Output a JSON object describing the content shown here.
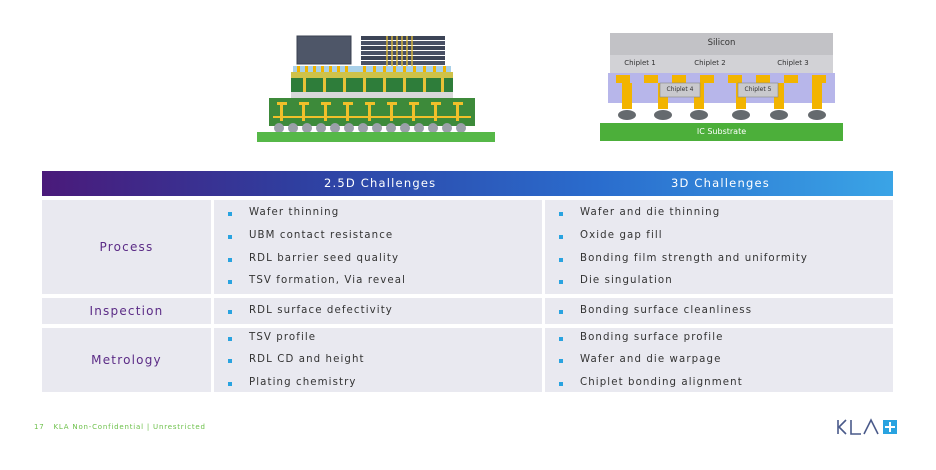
{
  "diagram_3d": {
    "top_label": "Silicon",
    "chiplets": [
      "Chiplet 1",
      "Chiplet 2",
      "Chiplet 3"
    ],
    "lower_chiplets": [
      "Chiplet 4",
      "Chiplet 5"
    ],
    "substrate_label": "IC Substrate"
  },
  "table": {
    "header_25d": "2.5D Challenges",
    "header_3d": "3D Challenges",
    "rows": [
      {
        "label": "Process",
        "items_25d": [
          "Wafer thinning",
          "UBM contact resistance",
          "RDL barrier seed quality",
          "TSV formation, Via reveal"
        ],
        "items_3d": [
          "Wafer and die thinning",
          "Oxide gap fill",
          "Bonding film strength and uniformity",
          "Die singulation"
        ]
      },
      {
        "label": "Inspection",
        "items_25d": [
          "RDL surface defectivity"
        ],
        "items_3d": [
          "Bonding surface cleanliness"
        ]
      },
      {
        "label": "Metrology",
        "items_25d": [
          "TSV profile",
          "RDL CD and height",
          "Plating chemistry"
        ],
        "items_3d": [
          "Bonding surface profile",
          "Wafer and die warpage",
          "Chiplet bonding alignment"
        ]
      }
    ]
  },
  "footer": {
    "page_number": "17",
    "classification": "KLA Non-Confidential | Unrestricted"
  },
  "logo": {
    "text": "KLA",
    "accent_color": "#29a3e0",
    "text_color": "#4a5a8a"
  }
}
